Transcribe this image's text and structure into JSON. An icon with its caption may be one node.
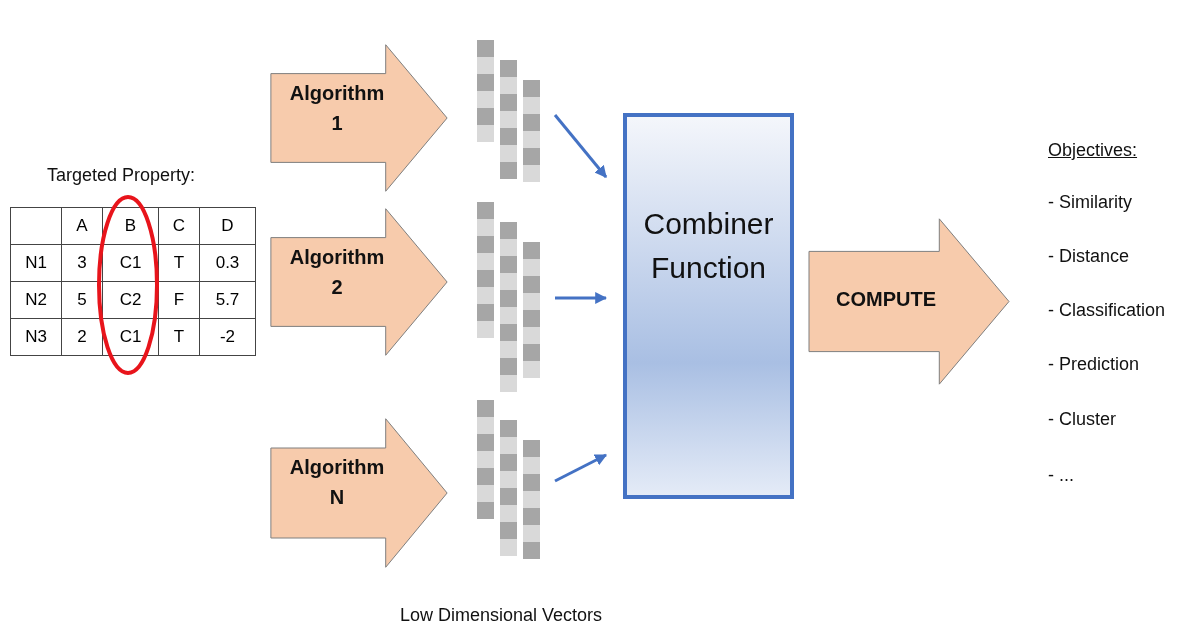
{
  "diagram": {
    "nodes": [
      {
        "text": [
          "Algorithm 1"
        ]
      },
      {
        "text": [],
        "shape": "picture"
      },
      {
        "text": [
          "Algorithm 2"
        ]
      },
      {
        "text": [],
        "shape": "picture"
      },
      {
        "text": [
          "Algorithm N"
        ]
      },
      {
        "text": [],
        "shape": "picture"
      },
      {
        "text": [
          "Combiner Function"
        ]
      },
      {
        "text": [
          "COMPUTE"
        ]
      }
    ],
    "edges": [
      {
        "from": 1,
        "to": 6,
        "arrow": "to"
      },
      {
        "from": 3,
        "to": 6,
        "arrow": "to"
      },
      {
        "from": 5,
        "to": 6,
        "arrow": "to"
      }
    ],
    "labels": [
      "Targeted Property:",
      "A",
      "B",
      "C",
      "D",
      "N1",
      "3",
      "C1",
      "T",
      "0.3",
      "N2",
      "5",
      "C2",
      "F",
      "5.7",
      "N3",
      "2",
      "C1",
      "T",
      "-2",
      "Low Dimensional Vectors",
      "Objectives:",
      "- Similarity",
      "- Distance",
      "- Classification",
      "- Prediction",
      "- Cluster",
      "- ..."
    ]
  }
}
